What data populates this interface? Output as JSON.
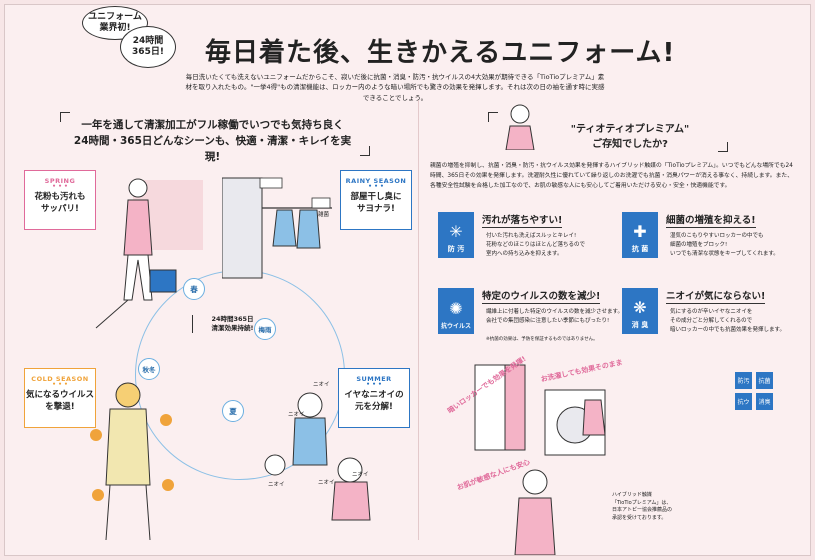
{
  "badges": {
    "uniform_first": "ユニフォーム\n業界初!",
    "hours": "24時間\n365日!"
  },
  "title": "毎日着た後、生きかえるユニフォーム!",
  "lead": "毎日洗いたくても洗えないユニフォームだからこそ、寂いだ後に抗菌・消臭・防汚・抗ウイルスの4大効果が期待できる「TioTioプレミアム」素材を取り入れたもの。\"一挙4得\"もの清潔機能は、ロッカー内のような暗い場所でも驚きの効果を発揮します。それは次の日の袖を通す時に実感できることでしょう。",
  "left": {
    "heading": "一年を通して清潔加工がフル稼働でいつでも気持ち良く\n24時間・365日どんなシーンも、快適・清潔・キレイを実現!",
    "center_label": "24時間365日\n清潔効果持続!",
    "seasons": {
      "spring": "春",
      "rainy": "梅雨",
      "summer": "夏",
      "autumn": "秋冬"
    },
    "cards": {
      "spring": {
        "en": "SPRING",
        "jp": "花粉も汚れも\nサッパリ!"
      },
      "rainy": {
        "en": "RAINY SEASON",
        "jp": "部屋干し臭に\nサヨナラ!"
      },
      "cold": {
        "en": "COLD SEASON",
        "jp": "気になるウイルス\nを撃退!"
      },
      "summer": {
        "en": "SUMMER",
        "jp": "イヤなニオイの\n元を分解!"
      }
    },
    "odor_tags": [
      "ニオイ",
      "ニオイ",
      "ニオイ",
      "ニオイ",
      "ニオイ"
    ],
    "mold_tag": "雑菌"
  },
  "right": {
    "question": "\"ティオティオプレミアム\"\nご存知でしたか?",
    "body": "親菌の増殖を抑制し、抗菌・消臭・防汚・抗ウイルス効果を発揮するハイブリッド触媒の「TioTioプレミアム」。いつでもどんな場所でも24時間、365日その効果を発揮します。洗濯耐久性に優れていて繰り返しのお洗濯でも抗菌・消臭パワーが消える事なく、持続します。また、各種安全性試験を合格した加工なので、お肌の敏感な人にも安心してご着用いただける安心・安全・快適機能です。",
    "features": [
      {
        "icon_label": "防 汚",
        "icon": "sparkle-icon",
        "title": "汚れが落ちやすい!",
        "text": "付いた汚れも洗えばスルッとキレイ!\n花粉などのほこりはほとんど落ちるので\n室内への持ち込みを抑えます。"
      },
      {
        "icon_label": "抗 菌",
        "icon": "germ-icon",
        "title": "細菌の増殖を抑える!",
        "text": "湿気のこもりやすいロッカーの中でも\n細菌の増殖をブロック!\nいつでも清潔な状態をキープしてくれます。"
      },
      {
        "icon_label": "抗ウイルス",
        "icon": "virus-icon",
        "title": "特定のウイルスの数を減少!",
        "text": "繊維上に付着した特定のウイルスの数を減少させます。\n会社での集団感染に注意したい季節にもぴったり!"
      },
      {
        "icon_label": "消 臭",
        "icon": "odor-icon",
        "title": "ニオイが気にならない!",
        "text": "気にするのが辛いイヤなニオイを\nその成分ごと分解してくれるので\n暗いロッカーの中でも抗菌効果を発揮します。"
      }
    ],
    "feature_note": "※抗菌の効果は、予防を保証するものではありません。",
    "arc_labels": [
      "暗いロッカーでも効果を発揮!",
      "お洗濯しても効果そのまま",
      "お肌が敏感な人にも安心"
    ],
    "tiles": [
      "防汚",
      "抗菌",
      "抗ウ",
      "消臭"
    ],
    "foot_note": "ハイブリッド触媒\n「TioTioプレミアム」は、\n日本アトピー協会推薦品の\n承認を受けております。"
  },
  "colors": {
    "pink": "#e06a9a",
    "blue": "#2d76c4",
    "orange": "#f0a33a",
    "light_blue": "#8cc0e6"
  }
}
